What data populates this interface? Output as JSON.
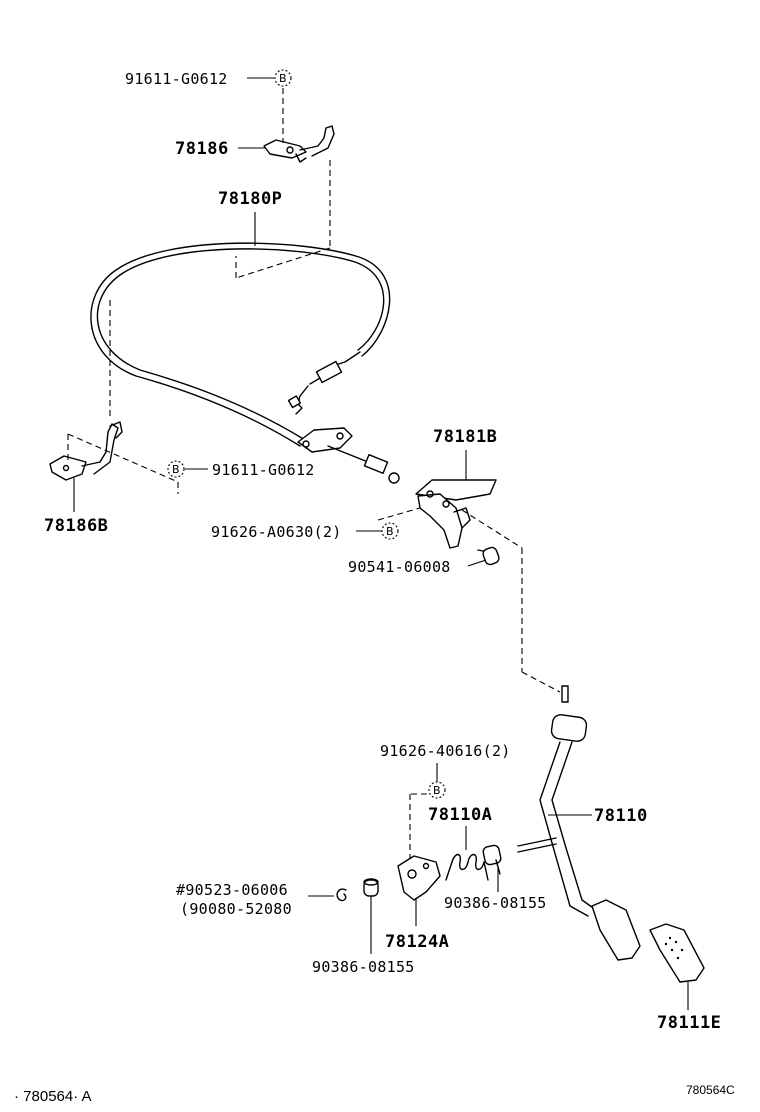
{
  "parts": {
    "bolt_top": "91611-G0612",
    "bracket_top": "78186",
    "cable": "78180P",
    "bracket_left": "78186B",
    "bolt_mid": "91611-G0612",
    "support": "78181B",
    "bolt_support": "91626-A0630(2)",
    "stopper_top": "90541-06008",
    "bolt_pedal": "91626-40616(2)",
    "spring": "78110A",
    "pedal": "78110",
    "cushion_right": "90386-08155",
    "clip": "#90523-06006",
    "clip_alt": "(90080-52080",
    "bracket_pedal": "78124A",
    "cushion_left": "90386-08155",
    "pad": "78111E"
  },
  "callout_letter": "B",
  "footer": {
    "left_code": "· 780564· A",
    "right_code": "780564C"
  }
}
